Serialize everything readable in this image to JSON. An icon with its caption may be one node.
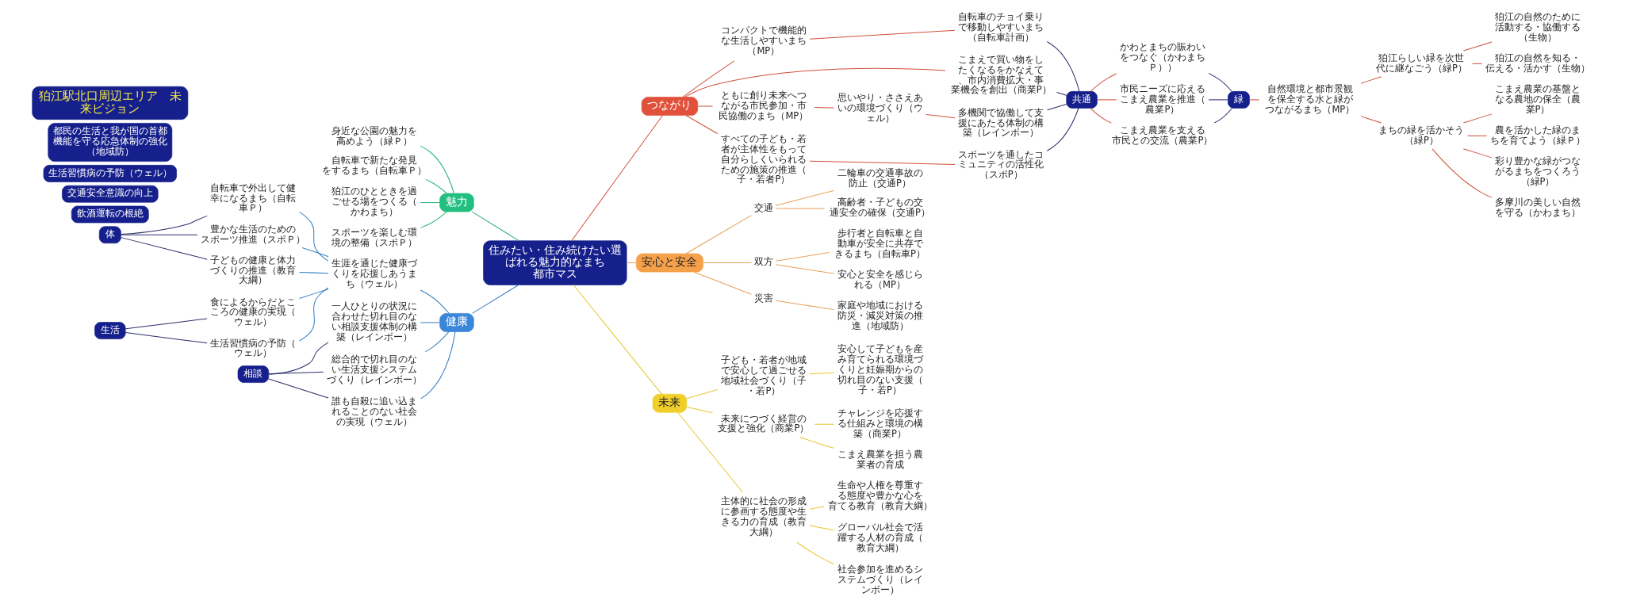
{
  "diagram": {
    "nodes": [
      {
        "text": [
          "住みたい・住み続けたい選ばれる魅力的なまち",
          "都市マス"
        ]
      },
      {
        "text": [
          "つながり"
        ]
      },
      {
        "text": [
          "コンパクトで機能的な生活しやすいまち（MP）"
        ]
      },
      {
        "text": [
          "自転車のチョイ乗りで移動しやすいまち（自転車計画）"
        ]
      },
      {
        "text": [
          "こまえで買い物をしたくなるをかなえて、市内消費拡大・事業機会を創出（商業P）"
        ]
      },
      {
        "text": [
          "ともに創り未来へつながる市民参加・市民協働のまち（MP）"
        ]
      },
      {
        "text": [
          "思いやり・ささえあいの環境づくり（ウェル）"
        ]
      },
      {
        "text": [
          "多機関で協働して支援にあたる体制の構築（レインボー）"
        ]
      },
      {
        "text": [
          "すべての子ども・若者が主体性をもって自分らしくいられるための施策の推進（子・若者P）"
        ]
      },
      {
        "text": [
          "スポーツを通したコミュニティの活性化（スポP）"
        ]
      },
      {
        "text": [
          "共通"
        ]
      },
      {
        "text": [
          "かわとまちの賑わいをつなぐ（かわまちＰ））"
        ]
      },
      {
        "text": [
          "市民ニーズに応えるこまえ農業を推進（農業P）"
        ]
      },
      {
        "text": [
          "こまえ農業を支える市民との交流（農業P）"
        ]
      },
      {
        "text": [
          "緑"
        ]
      },
      {
        "text": [
          "自然環境と都市景観を保全する水と緑がつながるまち（MP）"
        ]
      },
      {
        "text": [
          "狛江らしい緑を次世代に継なごう（緑P）"
        ]
      },
      {
        "text": [
          "狛江の自然のために活動する・協働する（生物）"
        ]
      },
      {
        "text": [
          "狛江の自然を知る・伝える・活かす（生物）"
        ]
      },
      {
        "text": [
          "まちの緑を活かそう（緑P）"
        ]
      },
      {
        "text": [
          "こまえ農業の基盤となる農地の保全（農業P）"
        ]
      },
      {
        "text": [
          "農を活かした緑のまちを育てよう（緑Ｐ）"
        ]
      },
      {
        "text": [
          "彩り豊かな緑がつながるまちをつくろう（緑P）"
        ]
      },
      {
        "text": [
          "多摩川の美しい自然を守る（かわまち）"
        ]
      },
      {
        "text": [
          "魅力"
        ]
      },
      {
        "text": [
          "身近な公園の魅力を高めよう（緑Ｐ）"
        ]
      },
      {
        "text": [
          "自転車で新たな発見をするまち（自転車Ｐ）"
        ]
      },
      {
        "text": [
          "狛江のひとときを過ごせる場をつくる（かわまち）"
        ]
      },
      {
        "text": [
          "スポーツを楽しむ環境の整備（スポＰ）"
        ]
      },
      {
        "text": [
          "健康"
        ]
      },
      {
        "text": [
          "生涯を通じた健康づくりを応援しあうまち（ウェル）"
        ]
      },
      {
        "text": [
          "自転車で外出して健幸になるまち（自転車Ｐ）"
        ]
      },
      {
        "text": [
          "豊かな生活のためのスポーツ推進（スポＰ）"
        ]
      },
      {
        "text": [
          "子どもの健康と体力づくりの推進（教育大綱）"
        ]
      },
      {
        "text": [
          "食によるからだとこころの健康の実現（ウェル）"
        ]
      },
      {
        "text": [
          "生活習慣病の予防（ウェル）"
        ]
      },
      {
        "text": [
          "体"
        ]
      },
      {
        "text": [
          "生活"
        ]
      },
      {
        "text": [
          "一人ひとりの状況に合わせた切れ目のない相談支援体制の構築（レインボー）"
        ]
      },
      {
        "text": [
          "総合的で切れ目のない生活支援システムづくり（レインボー）"
        ]
      },
      {
        "text": [
          "誰も自殺に追い込まれることのない社会の実現（ウェル）"
        ]
      },
      {
        "text": [
          "相談"
        ]
      },
      {
        "text": [
          "安心と安全"
        ]
      },
      {
        "text": [
          "交通"
        ]
      },
      {
        "text": [
          "二輪車の交通事故の防止（交通P）"
        ]
      },
      {
        "text": [
          "高齢者・子どもの交通安全の確保（交通P）"
        ]
      },
      {
        "text": [
          "双方"
        ]
      },
      {
        "text": [
          "歩行者と自転車と自動車が安全に共存できるまち（自転車P）"
        ]
      },
      {
        "text": [
          "安心と安全を感じられる（MP）"
        ]
      },
      {
        "text": [
          "災害"
        ]
      },
      {
        "text": [
          "家庭や地域における防災・減災対策の推進（地域防）"
        ]
      },
      {
        "text": [
          "未来"
        ]
      },
      {
        "text": [
          "子ども・若者が地域で安心して過ごせる地域社会づくり（子・若P）"
        ]
      },
      {
        "text": [
          "安心して子どもを産み育てられる環境づくりと妊娠期からの切れ目のない支援（子・若P）"
        ]
      },
      {
        "text": [
          "未来につづく経営の支援と強化（商業P）"
        ]
      },
      {
        "text": [
          "チャレンジを応援する仕組みと環境の構築（商業P）"
        ]
      },
      {
        "text": [
          "こまえ農業を担う農業者の育成"
        ]
      },
      {
        "text": [
          "主体的に社会の形成に参画する態度や生きる力の育成（教育大綱）"
        ]
      },
      {
        "text": [
          "生命や人権を尊重する態度や豊かな心を育てる教育（教育大綱）"
        ]
      },
      {
        "text": [
          "グローバル社会で活躍する人材の育成（教育大綱）"
        ]
      },
      {
        "text": [
          "社会参加を進めるシステムづくり（レインボー）"
        ]
      },
      {
        "text": [
          "飲酒運転の根絶"
        ]
      },
      {
        "text": [
          "交通安全意識の向上"
        ]
      },
      {
        "text": [
          "生活習慣病の予防（ウェル）"
        ]
      },
      {
        "text": [
          "都民の生活と我が国の首都機能を守る応急体制の強化（地域防）"
        ]
      },
      {
        "text": [
          "狛江駅北口周辺エリア　未来ビジョン"
        ]
      }
    ],
    "edges": [
      {
        "from": 0,
        "to": 1,
        "arrow": "none",
        "color": "#d0503a"
      },
      {
        "from": 1,
        "to": 2,
        "arrow": "none",
        "color": "#d0503a"
      },
      {
        "from": 2,
        "to": 3,
        "arrow": "none",
        "color": "#d0503a"
      },
      {
        "from": 1,
        "to": 4,
        "arrow": "none",
        "color": "#d0503a"
      },
      {
        "from": 1,
        "to": 5,
        "arrow": "none",
        "color": "#d0503a"
      },
      {
        "from": 5,
        "to": 6,
        "arrow": "none",
        "color": "#d0503a"
      },
      {
        "from": 6,
        "to": 7,
        "arrow": "none",
        "color": "#d0503a"
      },
      {
        "from": 1,
        "to": 8,
        "arrow": "none",
        "color": "#d0503a"
      },
      {
        "from": 8,
        "to": 9,
        "arrow": "none",
        "color": "#d0503a"
      },
      {
        "from": 3,
        "to": 10,
        "arrow": "none",
        "color": "#2b2f6b"
      },
      {
        "from": 4,
        "to": 10,
        "arrow": "none",
        "color": "#2b2f6b"
      },
      {
        "from": 7,
        "to": 10,
        "arrow": "none",
        "color": "#2b2f6b"
      },
      {
        "from": 9,
        "to": 10,
        "arrow": "none",
        "color": "#2b2f6b"
      },
      {
        "from": 10,
        "to": 11,
        "arrow": "none",
        "color": "#d0503a"
      },
      {
        "from": 10,
        "to": 12,
        "arrow": "none",
        "color": "#d0503a"
      },
      {
        "from": 10,
        "to": 13,
        "arrow": "none",
        "color": "#d0503a"
      },
      {
        "from": 11,
        "to": 14,
        "arrow": "none",
        "color": "#2b2f6b"
      },
      {
        "from": 12,
        "to": 14,
        "arrow": "none",
        "color": "#2b2f6b"
      },
      {
        "from": 13,
        "to": 14,
        "arrow": "none",
        "color": "#2b2f6b"
      },
      {
        "from": 14,
        "to": 15,
        "arrow": "none",
        "color": "#d0503a"
      },
      {
        "from": 15,
        "to": 16,
        "arrow": "none",
        "color": "#d0503a"
      },
      {
        "from": 16,
        "to": 17,
        "arrow": "none",
        "color": "#d0503a"
      },
      {
        "from": 16,
        "to": 18,
        "arrow": "none",
        "color": "#d0503a"
      },
      {
        "from": 15,
        "to": 19,
        "arrow": "none",
        "color": "#d0503a"
      },
      {
        "from": 19,
        "to": 20,
        "arrow": "none",
        "color": "#d0503a"
      },
      {
        "from": 19,
        "to": 21,
        "arrow": "none",
        "color": "#d0503a"
      },
      {
        "from": 19,
        "to": 22,
        "arrow": "none",
        "color": "#d0503a"
      },
      {
        "from": 19,
        "to": 23,
        "arrow": "none",
        "color": "#d0503a"
      },
      {
        "from": 0,
        "to": 24,
        "arrow": "none",
        "color": "#2bb37a"
      },
      {
        "from": 24,
        "to": 25,
        "arrow": "none",
        "color": "#2bb37a"
      },
      {
        "from": 24,
        "to": 26,
        "arrow": "none",
        "color": "#2bb37a"
      },
      {
        "from": 24,
        "to": 27,
        "arrow": "none",
        "color": "#2bb37a"
      },
      {
        "from": 24,
        "to": 28,
        "arrow": "none",
        "color": "#2bb37a"
      },
      {
        "from": 0,
        "to": 29,
        "arrow": "none",
        "color": "#3b7fc4"
      },
      {
        "from": 29,
        "to": 30,
        "arrow": "none",
        "color": "#3b7fc4"
      },
      {
        "from": 30,
        "to": 31,
        "arrow": "none",
        "color": "#3b7fc4"
      },
      {
        "from": 30,
        "to": 32,
        "arrow": "none",
        "color": "#3b7fc4"
      },
      {
        "from": 30,
        "to": 33,
        "arrow": "none",
        "color": "#3b7fc4"
      },
      {
        "from": 30,
        "to": 34,
        "arrow": "none",
        "color": "#3b7fc4"
      },
      {
        "from": 30,
        "to": 35,
        "arrow": "none",
        "color": "#3b7fc4"
      },
      {
        "from": 31,
        "to": 36,
        "arrow": "none",
        "color": "#2b2f6b"
      },
      {
        "from": 32,
        "to": 36,
        "arrow": "none",
        "color": "#2b2f6b"
      },
      {
        "from": 33,
        "to": 36,
        "arrow": "none",
        "color": "#2b2f6b"
      },
      {
        "from": 34,
        "to": 37,
        "arrow": "none",
        "color": "#2b2f6b"
      },
      {
        "from": 35,
        "to": 37,
        "arrow": "none",
        "color": "#2b2f6b"
      },
      {
        "from": 29,
        "to": 38,
        "arrow": "none",
        "color": "#3b7fc4"
      },
      {
        "from": 29,
        "to": 39,
        "arrow": "none",
        "color": "#3b7fc4"
      },
      {
        "from": 29,
        "to": 40,
        "arrow": "none",
        "color": "#3b7fc4"
      },
      {
        "from": 38,
        "to": 41,
        "arrow": "none",
        "color": "#2b2f6b"
      },
      {
        "from": 39,
        "to": 41,
        "arrow": "none",
        "color": "#2b2f6b"
      },
      {
        "from": 40,
        "to": 41,
        "arrow": "none",
        "color": "#2b2f6b"
      },
      {
        "from": 0,
        "to": 42,
        "arrow": "none",
        "color": "#e8a25a"
      },
      {
        "from": 42,
        "to": 43,
        "arrow": "none",
        "color": "#e8a25a"
      },
      {
        "from": 43,
        "to": 44,
        "arrow": "none",
        "color": "#e8a25a"
      },
      {
        "from": 43,
        "to": 45,
        "arrow": "none",
        "color": "#e8a25a"
      },
      {
        "from": 42,
        "to": 46,
        "arrow": "none",
        "color": "#e8a25a"
      },
      {
        "from": 46,
        "to": 47,
        "arrow": "none",
        "color": "#e8a25a"
      },
      {
        "from": 46,
        "to": 48,
        "arrow": "none",
        "color": "#e8a25a"
      },
      {
        "from": 42,
        "to": 49,
        "arrow": "none",
        "color": "#e8a25a"
      },
      {
        "from": 49,
        "to": 50,
        "arrow": "none",
        "color": "#e8a25a"
      },
      {
        "from": 0,
        "to": 51,
        "arrow": "none",
        "color": "#e6c830"
      },
      {
        "from": 51,
        "to": 52,
        "arrow": "none",
        "color": "#e6c830"
      },
      {
        "from": 52,
        "to": 53,
        "arrow": "none",
        "color": "#e6c830"
      },
      {
        "from": 51,
        "to": 54,
        "arrow": "none",
        "color": "#e6c830"
      },
      {
        "from": 54,
        "to": 55,
        "arrow": "none",
        "color": "#e6c830"
      },
      {
        "from": 54,
        "to": 56,
        "arrow": "none",
        "color": "#e6c830"
      },
      {
        "from": 51,
        "to": 57,
        "arrow": "none",
        "color": "#e6c830"
      },
      {
        "from": 57,
        "to": 58,
        "arrow": "none",
        "color": "#e6c830"
      },
      {
        "from": 57,
        "to": 59,
        "arrow": "none",
        "color": "#e6c830"
      },
      {
        "from": 57,
        "to": 60,
        "arrow": "none",
        "color": "#e6c830"
      }
    ]
  }
}
